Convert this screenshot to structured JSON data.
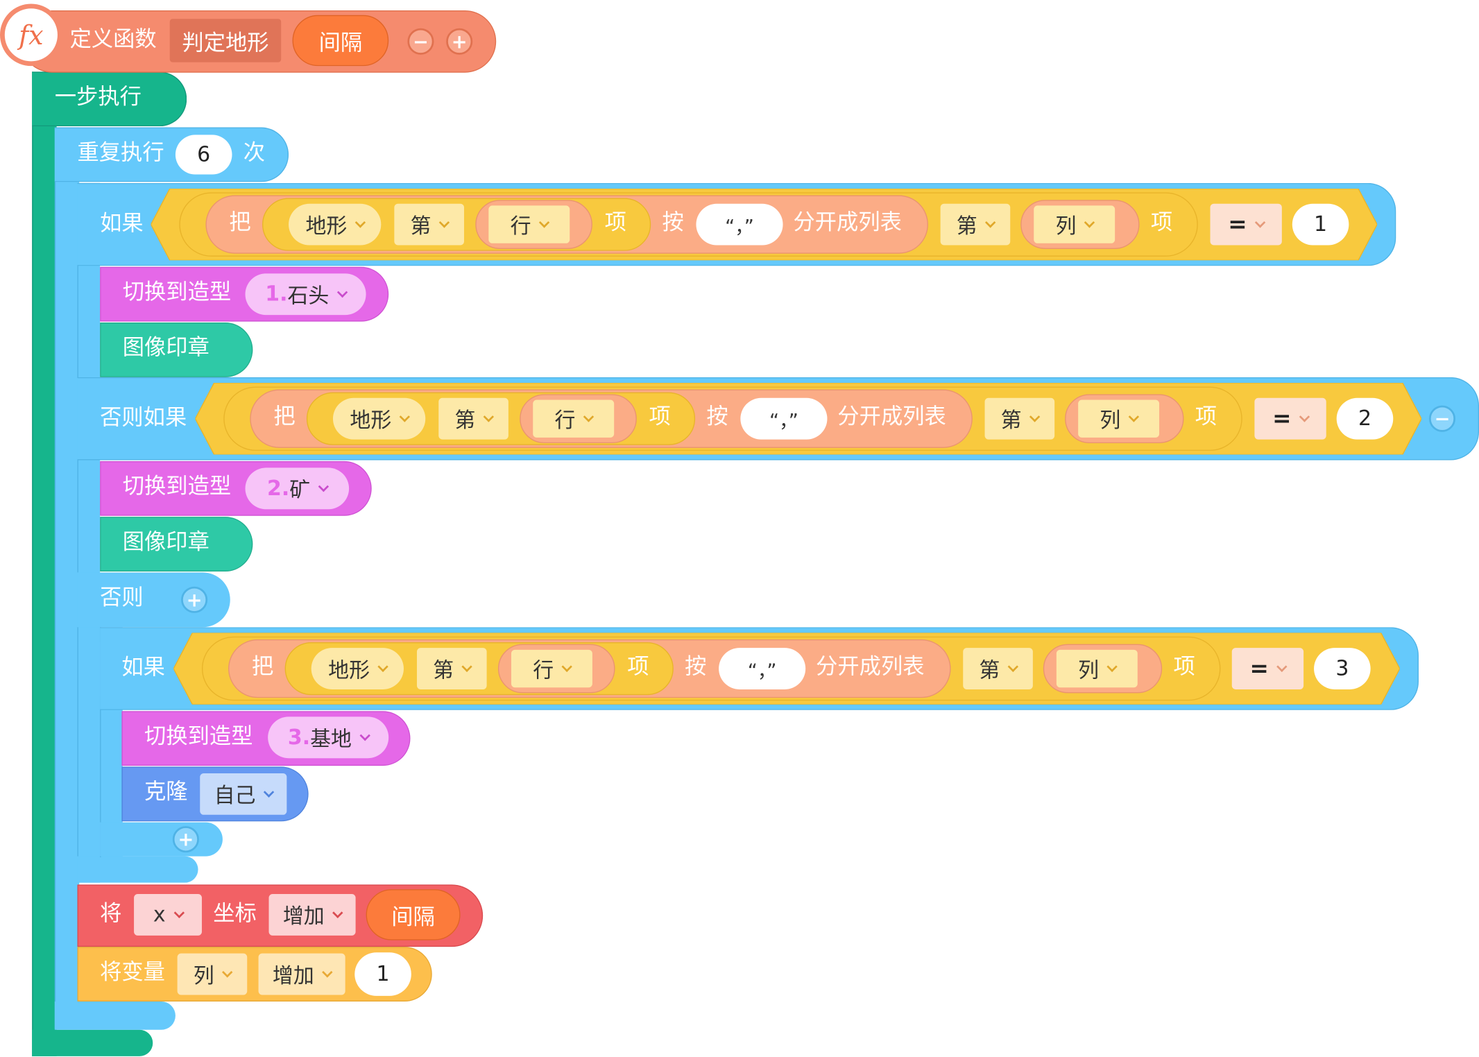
{
  "define": {
    "fx_icon": "fx",
    "label": "定义函数",
    "function_name": "判定地形",
    "param": "间隔",
    "minus_label": "−",
    "plus_label": "+"
  },
  "step": {
    "label": "一步执行"
  },
  "repeat": {
    "label": "重复执行",
    "count": "6",
    "suffix": "次"
  },
  "cond1": {
    "keyword": "如果",
    "ba": "把",
    "list_var": "地形",
    "di_a": "第",
    "row_var": "行",
    "xiang_a": "项",
    "an": "按",
    "sep": "“，”",
    "split": "分开成列表",
    "di_b": "第",
    "col_var": "列",
    "xiang_b": "项",
    "op": "=",
    "value": "1"
  },
  "costume1": {
    "label": "切换到造型",
    "num": "1.",
    "name": "石头"
  },
  "stamp1": {
    "label": "图像印章"
  },
  "cond2": {
    "keyword": "否则如果",
    "ba": "把",
    "list_var": "地形",
    "di_a": "第",
    "row_var": "行",
    "xiang_a": "项",
    "an": "按",
    "sep": "“，”",
    "split": "分开成列表",
    "di_b": "第",
    "col_var": "列",
    "xiang_b": "项",
    "op": "=",
    "value": "2",
    "minus_label": "−"
  },
  "costume2": {
    "label": "切换到造型",
    "num": "2.",
    "name": "矿"
  },
  "stamp2": {
    "label": "图像印章"
  },
  "else_branch": {
    "label": "否则",
    "plus_label": "+"
  },
  "cond3": {
    "keyword": "如果",
    "ba": "把",
    "list_var": "地形",
    "di_a": "第",
    "row_var": "行",
    "xiang_a": "项",
    "an": "按",
    "sep": "“，”",
    "split": "分开成列表",
    "di_b": "第",
    "col_var": "列",
    "xiang_b": "项",
    "op": "=",
    "value": "3"
  },
  "costume3": {
    "label": "切换到造型",
    "num": "3.",
    "name": "基地"
  },
  "clone": {
    "label": "克隆",
    "target": "自己"
  },
  "inner_plus": {
    "label": "+"
  },
  "move": {
    "jiang": "将",
    "axis": "x",
    "coord": "坐标",
    "op": "增加",
    "amount": "间隔"
  },
  "var_change": {
    "label": "将变量",
    "var": "列",
    "op": "增加",
    "amount": "1"
  },
  "colors": {
    "define": "#f58b6e",
    "step": "#16b58c",
    "control": "#65c9fb",
    "operator": "#f8c93e",
    "list": "#fbac86",
    "looks": "#e568e8",
    "pen": "#2ec9a6",
    "clone": "#6699f2",
    "motion": "#f26165",
    "variable": "#fdbf4c"
  }
}
